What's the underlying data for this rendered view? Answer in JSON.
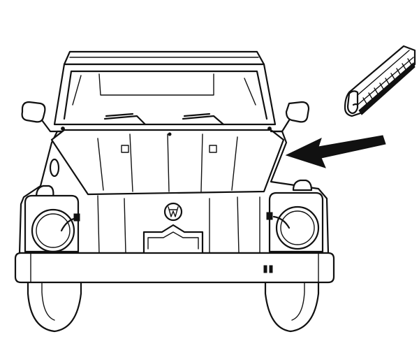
{
  "illustration": {
    "subject": "vehicle-front-line-drawing",
    "detail_inset": "hood-seal-profile-inset",
    "pointer": "arrow-to-hood-edge",
    "line_color": "#111111",
    "background": "#ffffff"
  }
}
